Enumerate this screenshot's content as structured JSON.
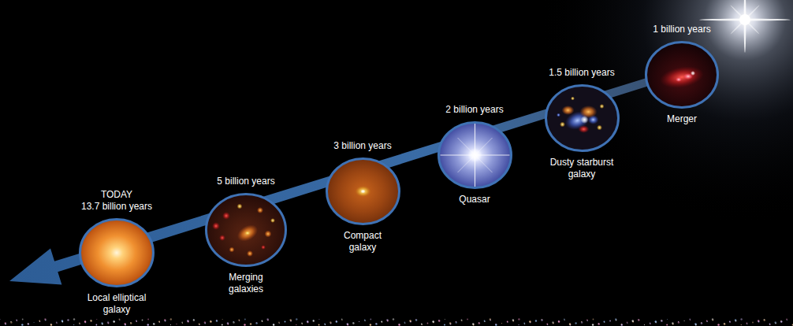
{
  "diagram": {
    "nodes": [
      {
        "text": [
          "TODAY",
          "13.7 billion years",
          "Local elliptical galaxy"
        ]
      },
      {
        "text": [
          "5 billion years",
          "Merging galaxies"
        ]
      },
      {
        "text": [
          "3 billion years",
          "Compact galaxy"
        ]
      },
      {
        "text": [
          "2 billion years",
          "Quasar"
        ]
      },
      {
        "text": [
          "1.5 billion years",
          "Dusty starburst galaxy"
        ]
      },
      {
        "text": [
          "1 billion years",
          "Merger"
        ]
      }
    ]
  }
}
